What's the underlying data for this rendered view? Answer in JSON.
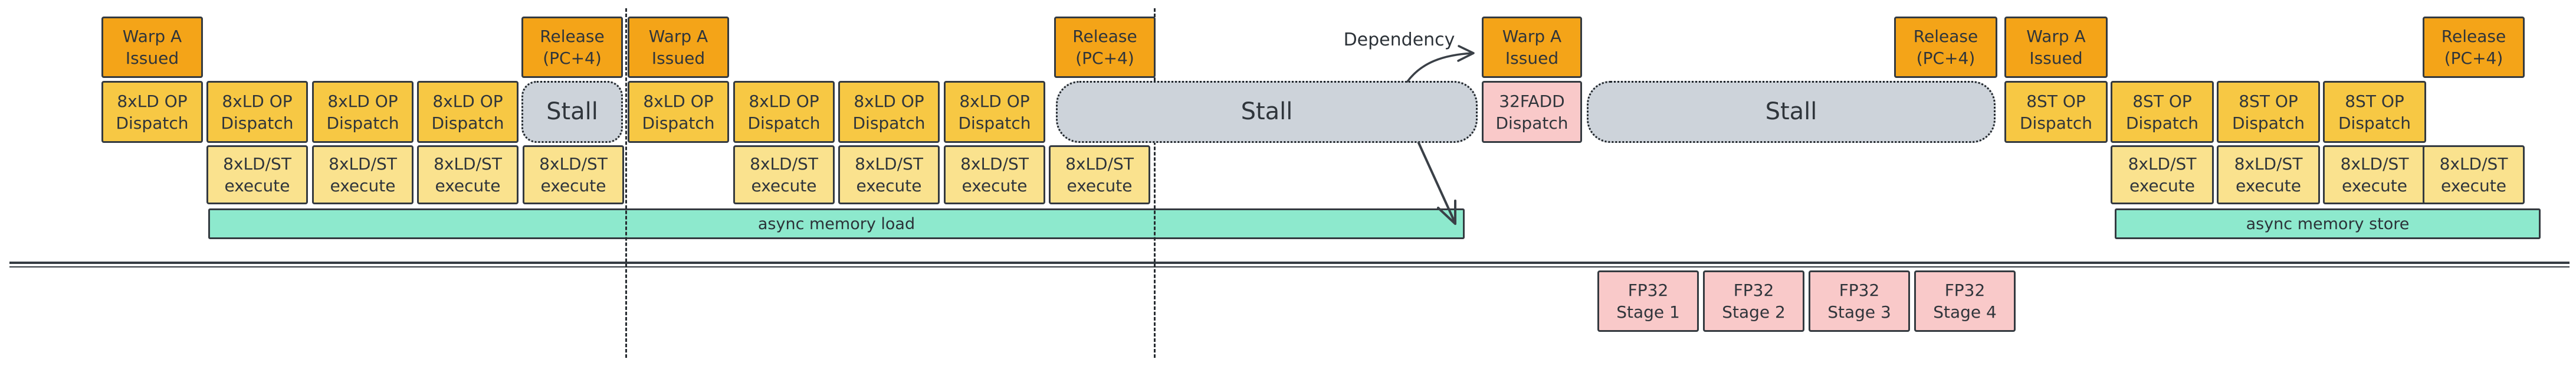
{
  "colors": {
    "issue_orange": "#f4a418",
    "dispatch_gold": "#f7c844",
    "execute_yellow": "#fae28e",
    "stall_gray": "#cdd3da",
    "async_teal": "#8de9cd",
    "fp32_pink": "#f9c9c9",
    "ink": "#343a40"
  },
  "issue_row": {
    "warp_a": {
      "line1": "Warp A",
      "line2": "Issued"
    },
    "release": {
      "line1": "Release",
      "line2": "(PC+4)"
    }
  },
  "dispatch_row": {
    "ld_dispatch": {
      "line1": "8xLD OP",
      "line2": "Dispatch"
    },
    "st_dispatch": {
      "line1": "8ST OP",
      "line2": "Dispatch"
    },
    "fadd_dispatch": {
      "line1": "32FADD",
      "line2": "Dispatch"
    },
    "stall_label": "Stall"
  },
  "execute_row": {
    "ldst_execute": {
      "line1": "8xLD/ST",
      "line2": "execute"
    }
  },
  "async_bars": {
    "load_label": "async memory load",
    "store_label": "async memory store"
  },
  "fp32_row": {
    "line1": "FP32",
    "stages": [
      "Stage 1",
      "Stage 2",
      "Stage 3",
      "Stage 4"
    ]
  },
  "annotations": {
    "dependency_label": "Dependency"
  }
}
